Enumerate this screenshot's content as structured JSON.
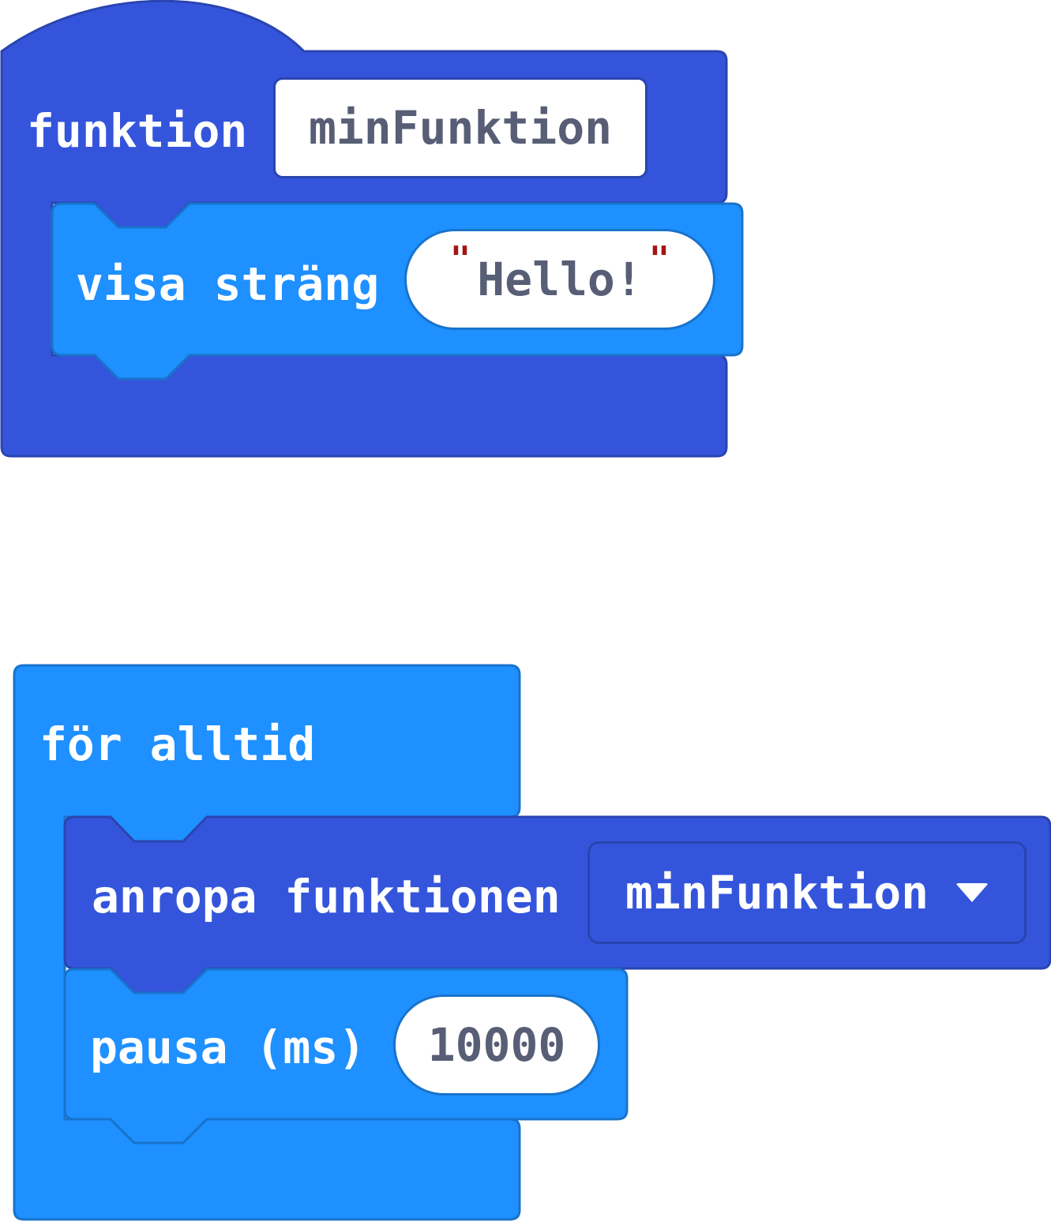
{
  "colors": {
    "function_block": "#3455db",
    "function_border": "#2a44b0",
    "basic_block": "#1e90ff",
    "basic_border": "#1873cc",
    "field_text": "#575e75",
    "quote": "#a31515",
    "label": "#ffffff"
  },
  "function_def": {
    "keyword": "funktion",
    "name": "minFunktion",
    "body": {
      "show_string": {
        "label": "visa sträng",
        "open_quote": "\"",
        "value": "Hello!",
        "close_quote": "\""
      }
    }
  },
  "forever": {
    "label": "för alltid",
    "call": {
      "label": "anropa funktionen",
      "function_name": "minFunktion",
      "dropdown_icon": "caret-down-icon"
    },
    "pause": {
      "label": "pausa (ms)",
      "value": "10000"
    }
  }
}
